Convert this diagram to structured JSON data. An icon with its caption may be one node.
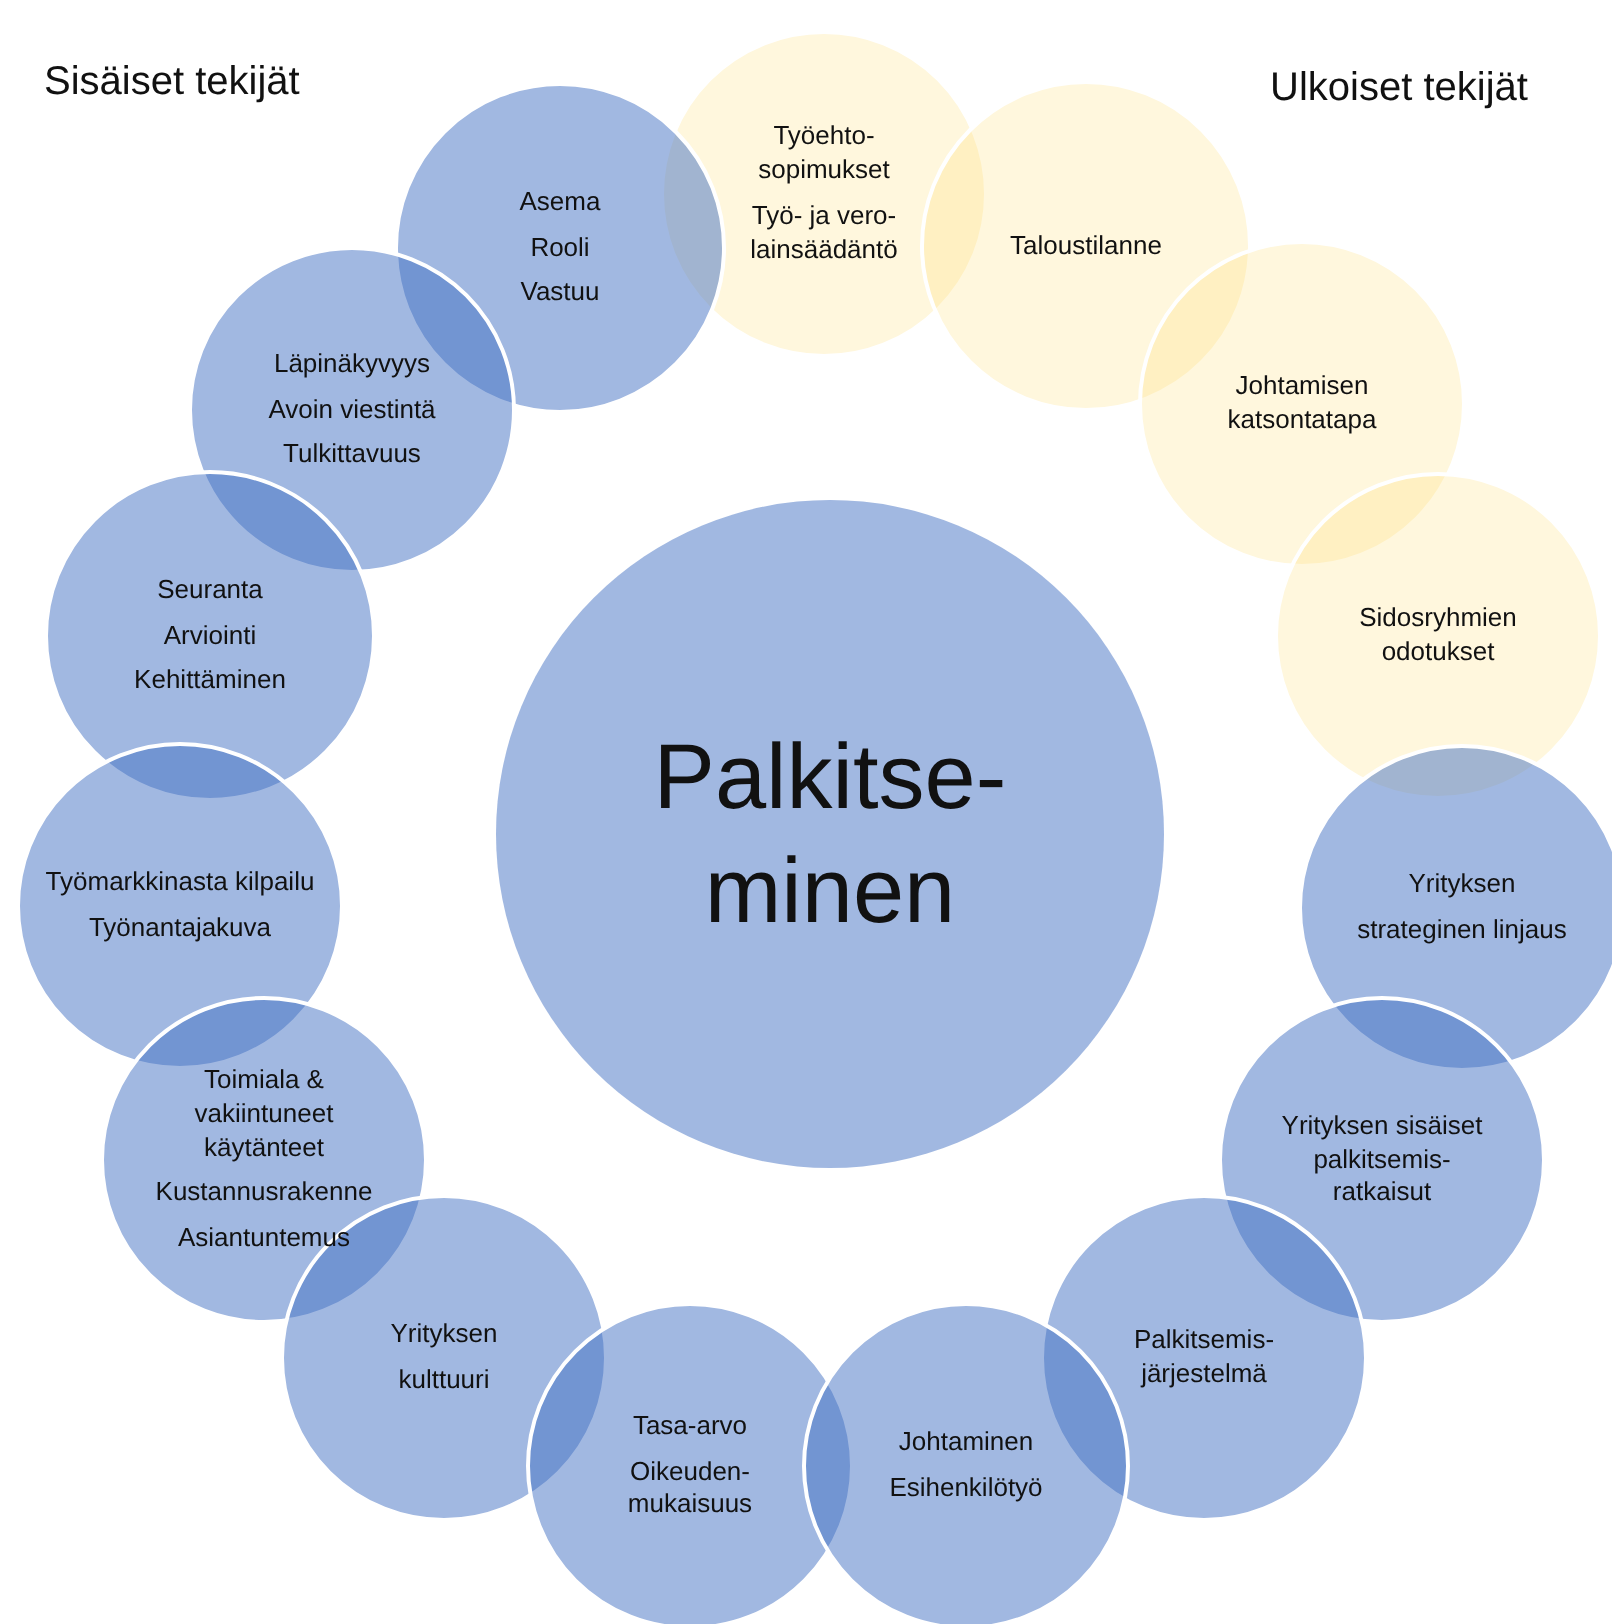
{
  "diagram": {
    "nodes": [
      {
        "text": [
          "Työehto- sopimukset",
          "Työ- ja vero- lainsäädäntö"
        ]
      },
      {
        "text": [
          "Asema",
          "Rooli",
          "Vastuu"
        ]
      },
      {
        "text": [
          "Taloustilanne"
        ]
      },
      {
        "text": [
          "Läpinäkyvyys",
          "Avoin viestintä",
          "Tulkittavuus"
        ]
      },
      {
        "text": [
          "Johtamisen katsontatapa"
        ]
      },
      {
        "text": [
          "Seuranta",
          "Arviointi",
          "Kehittäminen"
        ]
      },
      {
        "text": [
          "Sidosryhmien odotukset"
        ]
      },
      {
        "text": [
          "Palkitse- minen"
        ]
      },
      {
        "text": [
          "Työmarkkinasta kilpailu",
          "Työnantajakuva"
        ]
      },
      {
        "text": [
          "Yrityksen",
          "strateginen linjaus"
        ]
      },
      {
        "text": [
          "Toimiala & vakiintuneet käytänteet",
          "Kustannusrakenne",
          "Asiantuntemus"
        ]
      },
      {
        "text": [
          "Yrityksen sisäiset palkitsemis- ratkaisut"
        ]
      },
      {
        "text": [
          "Yrityksen",
          "kulttuuri"
        ]
      },
      {
        "text": [
          "Palkitsemis- järjestelmä"
        ]
      },
      {
        "text": [
          "Tasa-arvo",
          "Oikeuden- mukaisuus"
        ]
      },
      {
        "text": [
          "Johtaminen",
          "Esihenkilötyö"
        ]
      }
    ],
    "edges": [],
    "labels": [
      "Sisäiset tekijät",
      "Ulkoiset tekijät"
    ]
  }
}
